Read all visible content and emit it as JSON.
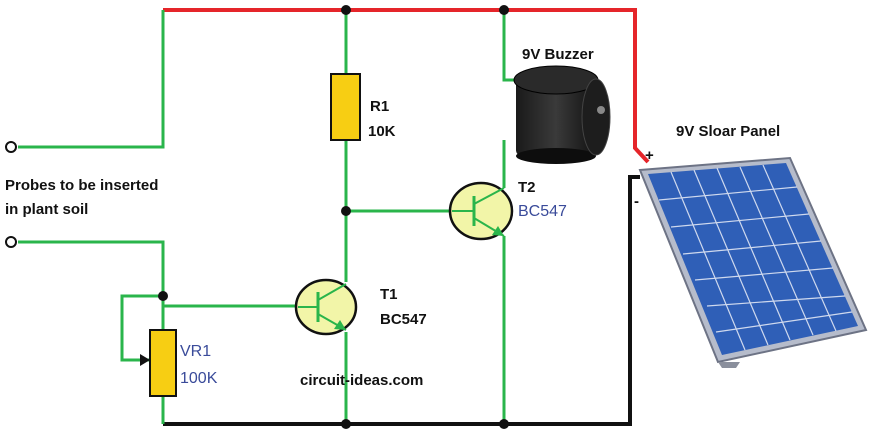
{
  "colors": {
    "wire_green": "#2ab54b",
    "wire_red": "#e5252a",
    "wire_black": "#111111",
    "component_yellow": "#f7ce13",
    "transistor_fill": "#f2f5a8",
    "label_blue": "#3a4b9a",
    "panel_blue": "#2f5fb7"
  },
  "labels": {
    "probes_line1": "Probes to be inserted",
    "probes_line2": "in plant soil",
    "r1_name": "R1",
    "r1_value": "10K",
    "vr1_name": "VR1",
    "vr1_value": "100K",
    "t1_name": "T1",
    "t1_part": "BC547",
    "t2_name": "T2",
    "t2_part": "BC547",
    "buzzer": "9V Buzzer",
    "solar_panel": "9V Sloar Panel",
    "plus": "+",
    "minus": "-",
    "website": "circuit-ideas.com"
  }
}
